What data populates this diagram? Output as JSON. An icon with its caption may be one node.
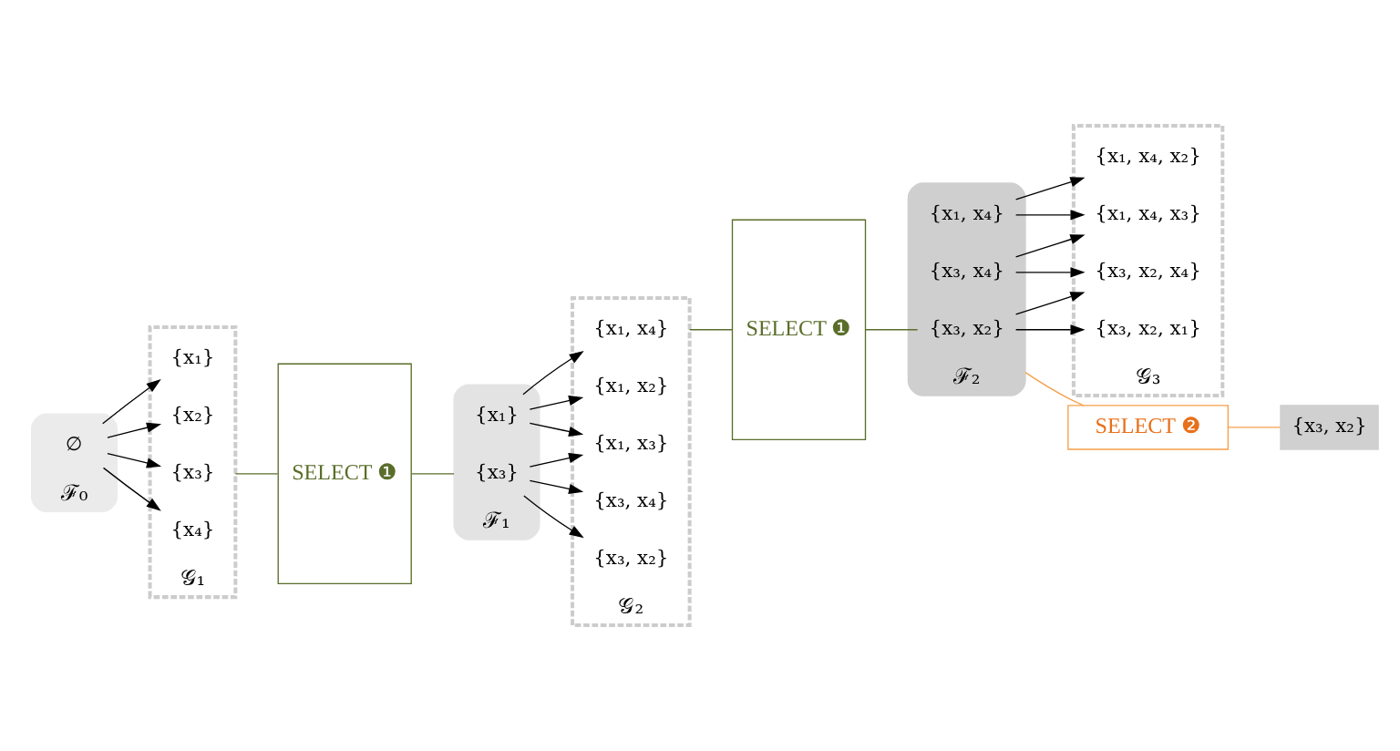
{
  "diagram": {
    "nodes": [
      {
        "text": [
          "ℱ₀"
        ]
      },
      {
        "text": [
          "∅"
        ],
        "in": 0
      },
      {
        "text": [
          "𝒢₁"
        ]
      },
      {
        "text": [
          "{x₁}"
        ],
        "in": 2
      },
      {
        "text": [
          "{x₂}"
        ],
        "in": 2
      },
      {
        "text": [
          "{x₃}"
        ],
        "in": 2
      },
      {
        "text": [
          "{x₄}"
        ],
        "in": 2
      },
      {
        "text": [
          "SELECT ❶"
        ]
      },
      {
        "text": [
          "ℱ₁"
        ]
      },
      {
        "text": [
          "{x₁}"
        ],
        "in": 8
      },
      {
        "text": [
          "{x₃}"
        ],
        "in": 8
      },
      {
        "text": [
          "𝒢₂"
        ]
      },
      {
        "text": [
          "{x₁, x₂}"
        ],
        "in": 11
      },
      {
        "text": [
          "{x₁, x₃}"
        ],
        "in": 11
      },
      {
        "text": [
          "{x₁, x₄}"
        ],
        "in": 11
      },
      {
        "text": [
          "{x₃, x₂}"
        ],
        "in": 11
      },
      {
        "text": [
          "{x₃, x₄}"
        ],
        "in": 11
      },
      {
        "text": [
          "SELECT ❶"
        ]
      },
      {
        "text": [
          "ℱ₂"
        ]
      },
      {
        "text": [
          "{x₁, x₄}"
        ],
        "in": 18
      },
      {
        "text": [
          "{x₃, x₂}"
        ],
        "in": 18
      },
      {
        "text": [
          "{x₃, x₄}"
        ],
        "in": 18
      },
      {
        "text": [
          "𝒢₃"
        ]
      },
      {
        "text": [
          "{x₁, x₄, x₂}"
        ],
        "in": 22
      },
      {
        "text": [
          "{x₁, x₄, x₃}"
        ],
        "in": 22
      },
      {
        "text": [
          "{x₃, x₂, x₁}"
        ],
        "in": 22
      },
      {
        "text": [
          "{x₃, x₂, x₄}"
        ],
        "in": 22
      },
      {
        "text": [
          "SELECT ❷"
        ]
      },
      {
        "text": [
          "{x₃, x₂}"
        ]
      }
    ],
    "edges": [
      {
        "from": 1,
        "to": 3,
        "arrow": "to"
      },
      {
        "from": 1,
        "to": 4,
        "arrow": "to"
      },
      {
        "from": 1,
        "to": 5,
        "arrow": "to"
      },
      {
        "from": 1,
        "to": 6,
        "arrow": "to"
      },
      {
        "from": 2,
        "to": 7,
        "arrow": "none",
        "color": "#5a6e2a"
      },
      {
        "from": 7,
        "to": 8,
        "arrow": "none",
        "color": "#5a6e2a"
      },
      {
        "from": 9,
        "to": 12,
        "arrow": "to"
      },
      {
        "from": 9,
        "to": 13,
        "arrow": "to"
      },
      {
        "from": 9,
        "to": 14,
        "arrow": "to"
      },
      {
        "from": 10,
        "to": 13,
        "arrow": "to"
      },
      {
        "from": 10,
        "to": 15,
        "arrow": "to"
      },
      {
        "from": 10,
        "to": 16,
        "arrow": "to"
      },
      {
        "from": 11,
        "to": 17,
        "arrow": "none",
        "color": "#5a6e2a"
      },
      {
        "from": 17,
        "to": 20,
        "arrow": "none",
        "color": "#5a6e2a"
      },
      {
        "from": 19,
        "to": 23,
        "arrow": "to"
      },
      {
        "from": 19,
        "to": 24,
        "arrow": "to"
      },
      {
        "from": 20,
        "to": 25,
        "arrow": "to"
      },
      {
        "from": 20,
        "to": 26,
        "arrow": "to"
      },
      {
        "from": 21,
        "to": 24,
        "arrow": "to"
      },
      {
        "from": 21,
        "to": 26,
        "arrow": "to"
      },
      {
        "from": 18,
        "to": 27,
        "arrow": "none",
        "color": "#f5a04a"
      },
      {
        "from": 27,
        "to": 28,
        "arrow": "none",
        "color": "#f5a04a"
      }
    ]
  }
}
